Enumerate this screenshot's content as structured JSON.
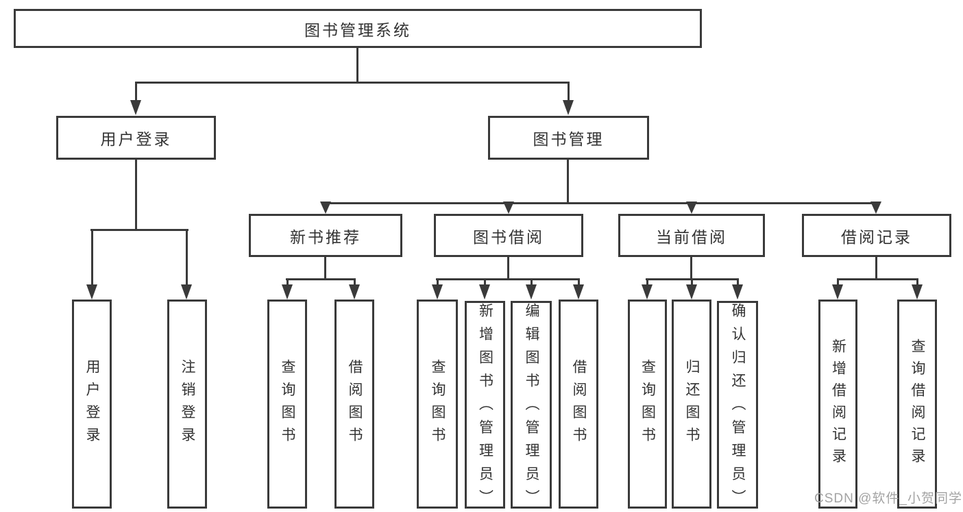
{
  "title": "图书管理系统",
  "branches": [
    {
      "label": "用户登录",
      "children": [
        {
          "label": "用户登录"
        },
        {
          "label": "注销登录"
        }
      ]
    },
    {
      "label": "图书管理",
      "groups": [
        {
          "label": "新书推荐",
          "children": [
            {
              "label": "查询图书"
            },
            {
              "label": "借阅图书"
            }
          ]
        },
        {
          "label": "图书借阅",
          "children": [
            {
              "label": "查询图书"
            },
            {
              "label": "新增图书（管理员）"
            },
            {
              "label": "编辑图书（管理员）"
            },
            {
              "label": "借阅图书"
            }
          ]
        },
        {
          "label": "当前借阅",
          "children": [
            {
              "label": "查询图书"
            },
            {
              "label": "归还图书"
            },
            {
              "label": "确认归还（管理员）"
            }
          ]
        },
        {
          "label": "借阅记录",
          "children": [
            {
              "label": "新增借阅记录"
            },
            {
              "label": "查询借阅记录"
            }
          ]
        }
      ]
    }
  ],
  "watermark": "CSDN @软件_小贺同学",
  "colors": {
    "line": "#3a3a3a",
    "text": "#333333",
    "watermark": "#a3a3a3",
    "background": "#ffffff"
  }
}
